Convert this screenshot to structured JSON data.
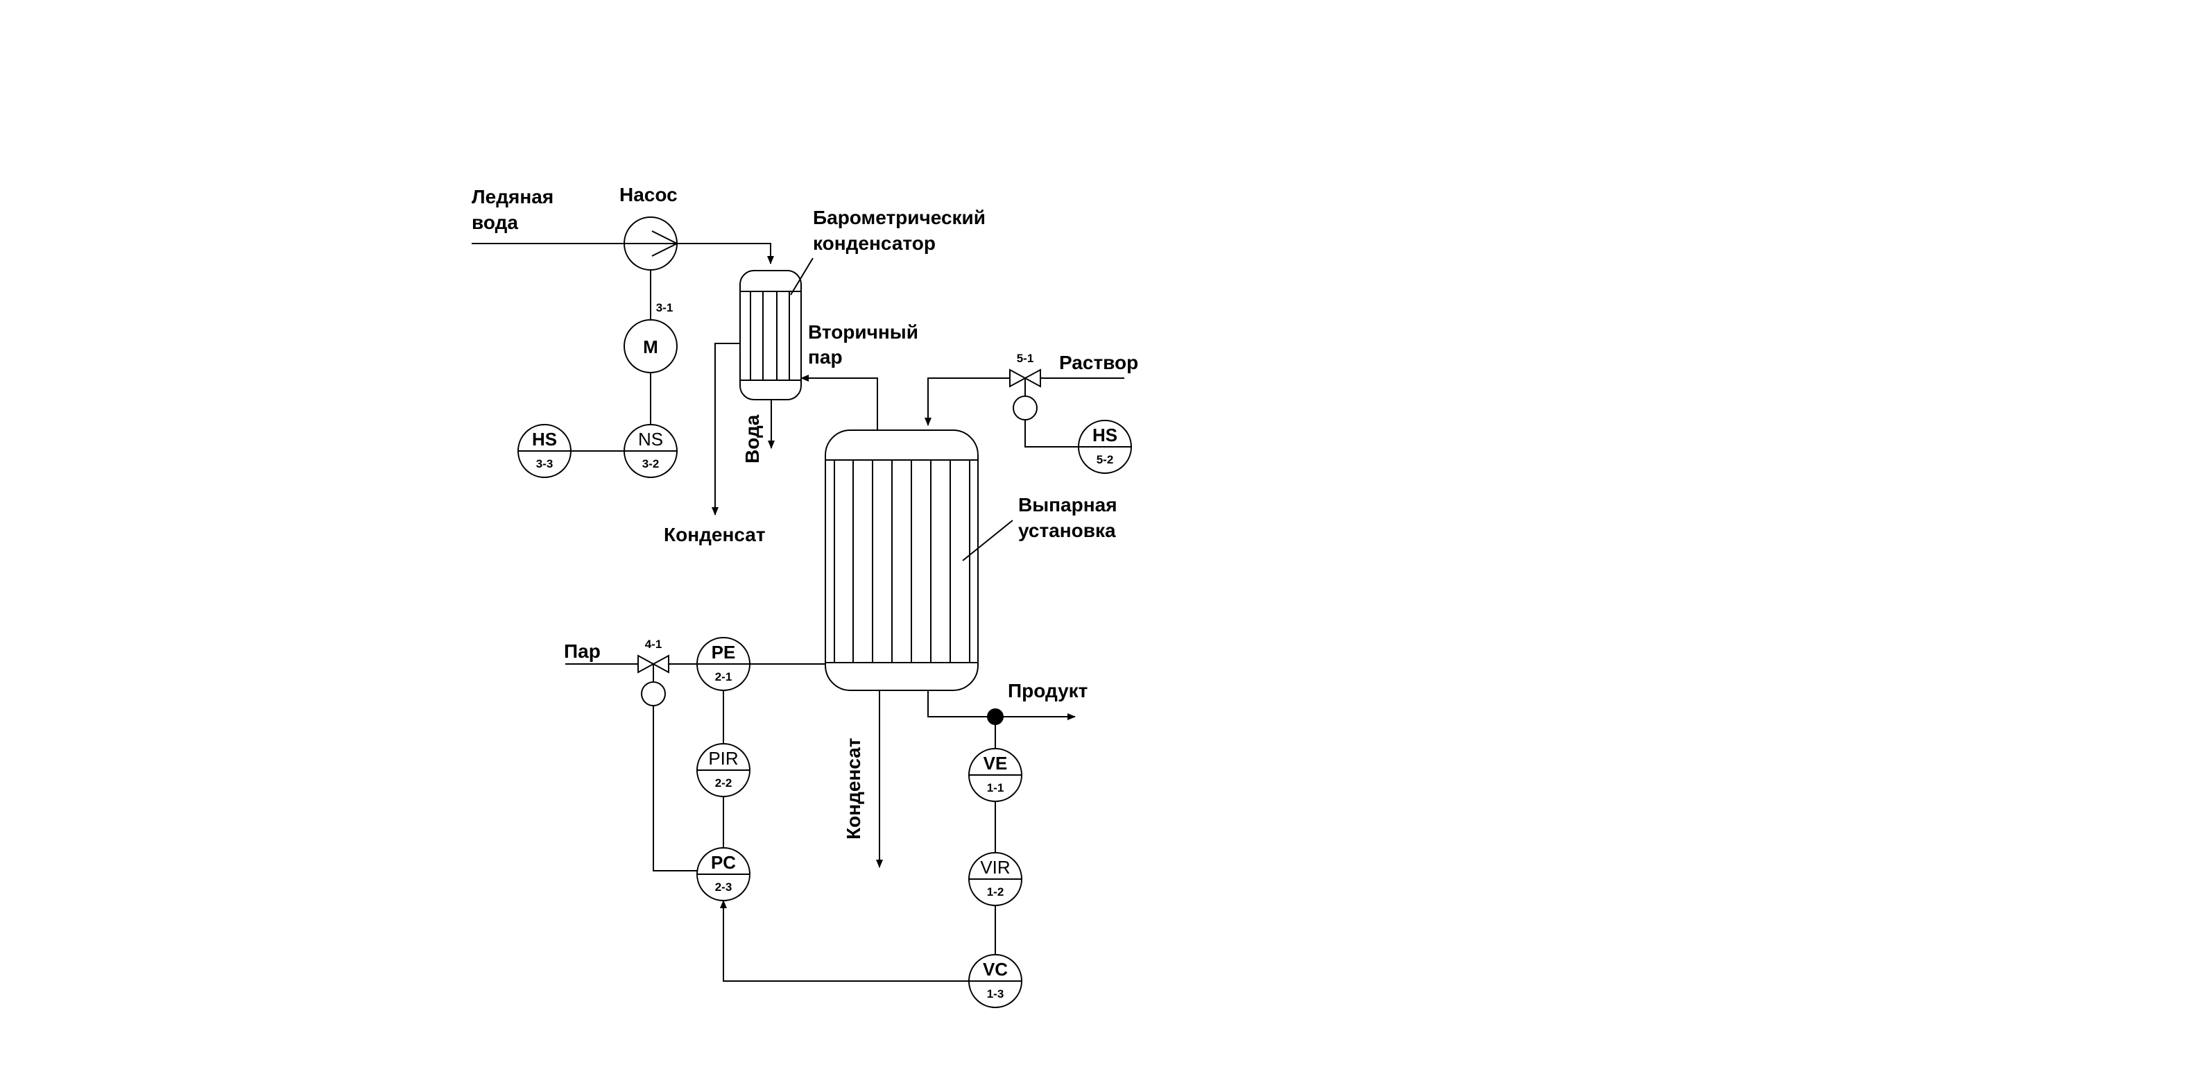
{
  "labels": {
    "ice_water_1": "Ледяная",
    "ice_water_2": "вода",
    "pump": "Насос",
    "condenser_1": "Барометрический",
    "condenser_2": "конденсатор",
    "secondary_steam_1": "Вторичный",
    "secondary_steam_2": "пар",
    "solution": "Раствор",
    "water": "Вода",
    "condensate_top": "Конденсат",
    "evaporator_1": "Выпарная",
    "evaporator_2": "установка",
    "steam": "Пар",
    "product": "Продукт",
    "condensate_bottom": "Конденсат"
  },
  "instruments": [
    {
      "id": "M",
      "code": "М",
      "num": "3-1",
      "num_outside": true,
      "bold": true
    },
    {
      "id": "NS",
      "code": "NS",
      "num": "3-2",
      "bold": false
    },
    {
      "id": "HS33",
      "code": "HS",
      "num": "3-3",
      "bold": true
    },
    {
      "id": "HS52",
      "code": "HS",
      "num": "5-2",
      "bold": true
    },
    {
      "id": "PE",
      "code": "PE",
      "num": "2-1",
      "bold": true
    },
    {
      "id": "PIR",
      "code": "PIR",
      "num": "2-2",
      "bold": false
    },
    {
      "id": "PC",
      "code": "PC",
      "num": "2-3",
      "bold": true
    },
    {
      "id": "VE",
      "code": "VE",
      "num": "1-1",
      "bold": true
    },
    {
      "id": "VIR",
      "code": "VIR",
      "num": "1-2",
      "bold": false
    },
    {
      "id": "VC",
      "code": "VC",
      "num": "1-3",
      "bold": true
    }
  ],
  "valves": {
    "v51": "5-1",
    "v41": "4-1"
  }
}
